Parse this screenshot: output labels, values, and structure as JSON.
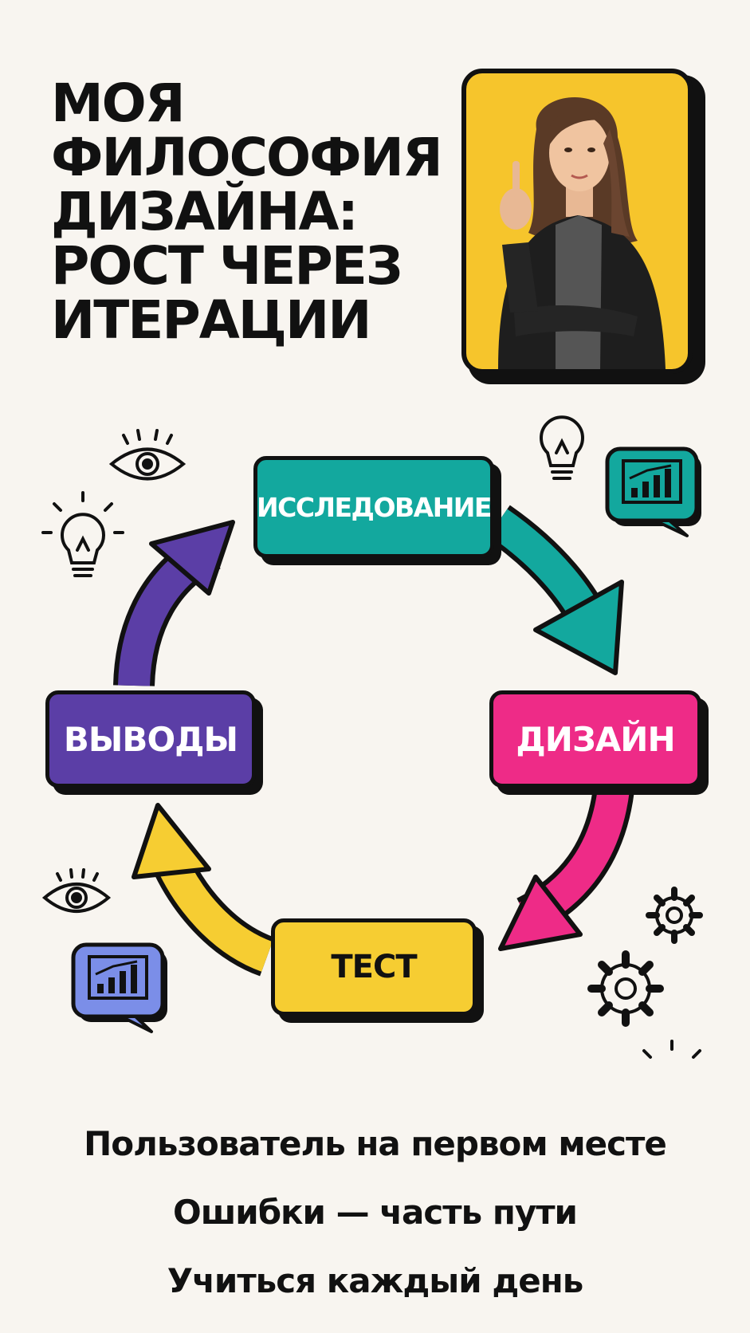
{
  "title": {
    "lines": [
      "Моя",
      "философия",
      "дизайна:",
      "рост через",
      "итерации"
    ]
  },
  "colors": {
    "background": "#f8f5f0",
    "research": "#13a89e",
    "design": "#ee2b87",
    "test": "#f6cd32",
    "conclusions": "#5b3ea6",
    "photo_background": "#f6c52c"
  },
  "cycle": {
    "stages": [
      {
        "label": "ИССЛЕДОВАНИЕ"
      },
      {
        "label": "ДИЗАЙН"
      },
      {
        "label": "ТЕСТ"
      },
      {
        "label": "ВЫВОДЫ"
      }
    ]
  },
  "icons": [
    "eye-icon",
    "lightbulb-icon",
    "analytics-chat-icon",
    "gear-icon"
  ],
  "principles": [
    "Пользователь на первом месте",
    "Ошибки — часть пути",
    "Учиться каждый день"
  ]
}
